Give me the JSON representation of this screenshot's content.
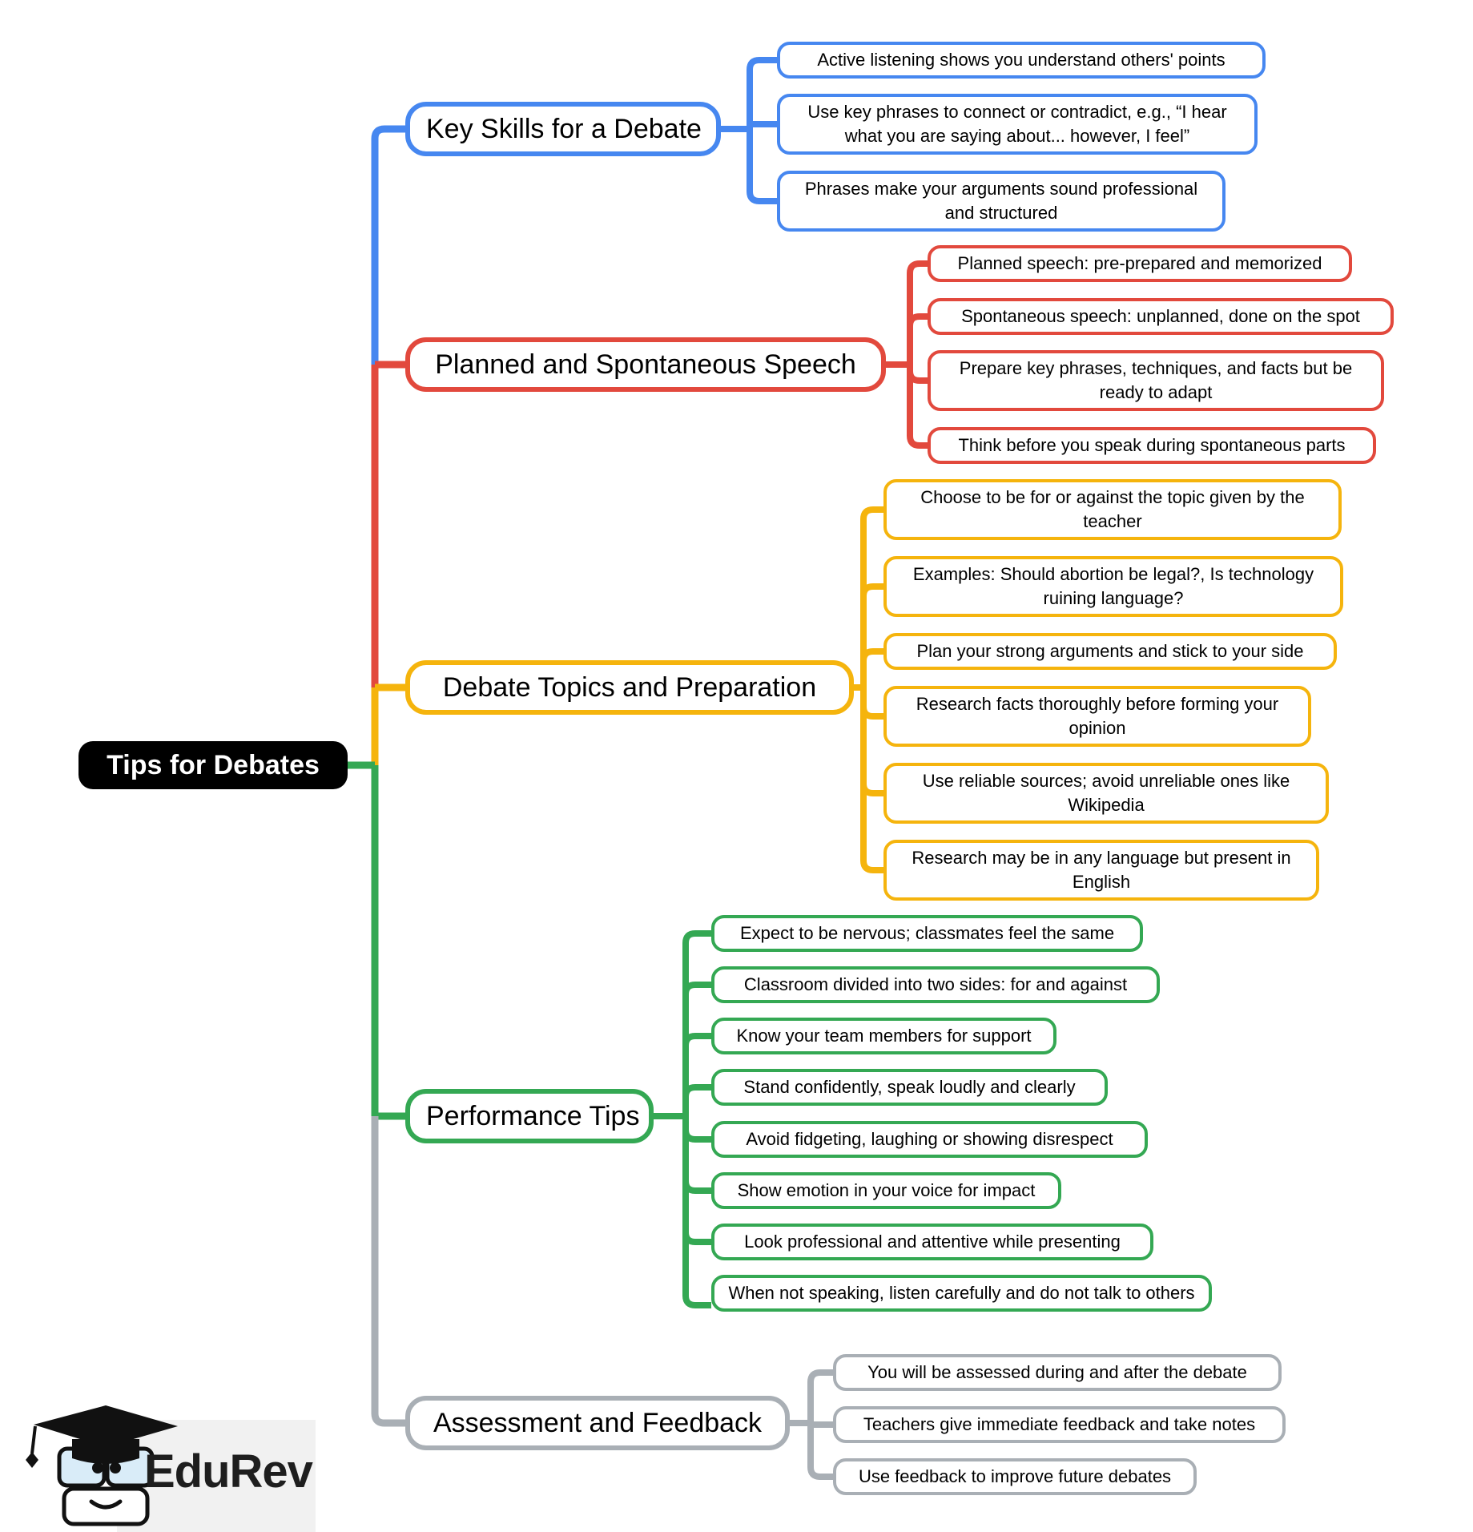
{
  "root": {
    "label": "Tips for Debates"
  },
  "colors": {
    "blue": "#4687F0",
    "red": "#E2493D",
    "yellow": "#F5B40D",
    "green": "#34A853",
    "gray": "#A9AFB5",
    "root_bg": "#000000",
    "root_text": "#ffffff"
  },
  "branches": [
    {
      "label": "Key Skills for a Debate",
      "color": "#4687F0",
      "children": [
        {
          "label": "Active listening shows you understand others' points"
        },
        {
          "label": "Use key phrases to connect or contradict, e.g., “I hear what you are saying about... however, I feel”"
        },
        {
          "label": "Phrases make your arguments sound professional and structured"
        }
      ]
    },
    {
      "label": "Planned and Spontaneous Speech",
      "color": "#E2493D",
      "children": [
        {
          "label": "Planned speech: pre-prepared and memorized"
        },
        {
          "label": "Spontaneous speech: unplanned, done on the spot"
        },
        {
          "label": "Prepare key phrases, techniques, and facts but be ready to adapt"
        },
        {
          "label": "Think before you speak during spontaneous parts"
        }
      ]
    },
    {
      "label": "Debate Topics and Preparation",
      "color": "#F5B40D",
      "children": [
        {
          "label": "Choose to be for or against the topic given by the teacher"
        },
        {
          "label": "Examples: Should abortion be legal?, Is technology ruining language?"
        },
        {
          "label": "Plan your strong arguments and stick to your side"
        },
        {
          "label": "Research facts thoroughly before forming your opinion"
        },
        {
          "label": "Use reliable sources; avoid unreliable ones like Wikipedia"
        },
        {
          "label": "Research may be in any language but present in English"
        }
      ]
    },
    {
      "label": "Performance Tips",
      "color": "#34A853",
      "children": [
        {
          "label": "Expect to be nervous; classmates feel the same"
        },
        {
          "label": "Classroom divided into two sides: for and against"
        },
        {
          "label": "Know your team members for support"
        },
        {
          "label": "Stand confidently, speak loudly and clearly"
        },
        {
          "label": "Avoid fidgeting, laughing or showing disrespect"
        },
        {
          "label": "Show emotion in your voice for impact"
        },
        {
          "label": "Look professional and attentive while presenting"
        },
        {
          "label": "When not speaking, listen carefully and do not talk to others"
        }
      ]
    },
    {
      "label": "Assessment and Feedback",
      "color": "#A9AFB5",
      "children": [
        {
          "label": "You will be assessed during and after the debate"
        },
        {
          "label": "Teachers give immediate feedback and take notes"
        },
        {
          "label": "Use feedback to improve future debates"
        }
      ]
    }
  ],
  "logo": {
    "text": "EduRev"
  }
}
